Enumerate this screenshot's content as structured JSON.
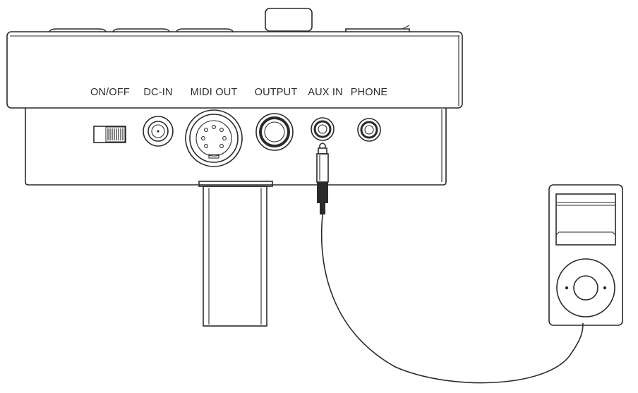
{
  "ports": {
    "on_off": "ON/OFF",
    "dc_in": "DC-IN",
    "midi_out": "MIDI OUT",
    "output": "OUTPUT",
    "aux_in": "AUX IN",
    "phone": "PHONE"
  },
  "colors": {
    "line": "#2a2a2a",
    "background": "#ffffff"
  }
}
